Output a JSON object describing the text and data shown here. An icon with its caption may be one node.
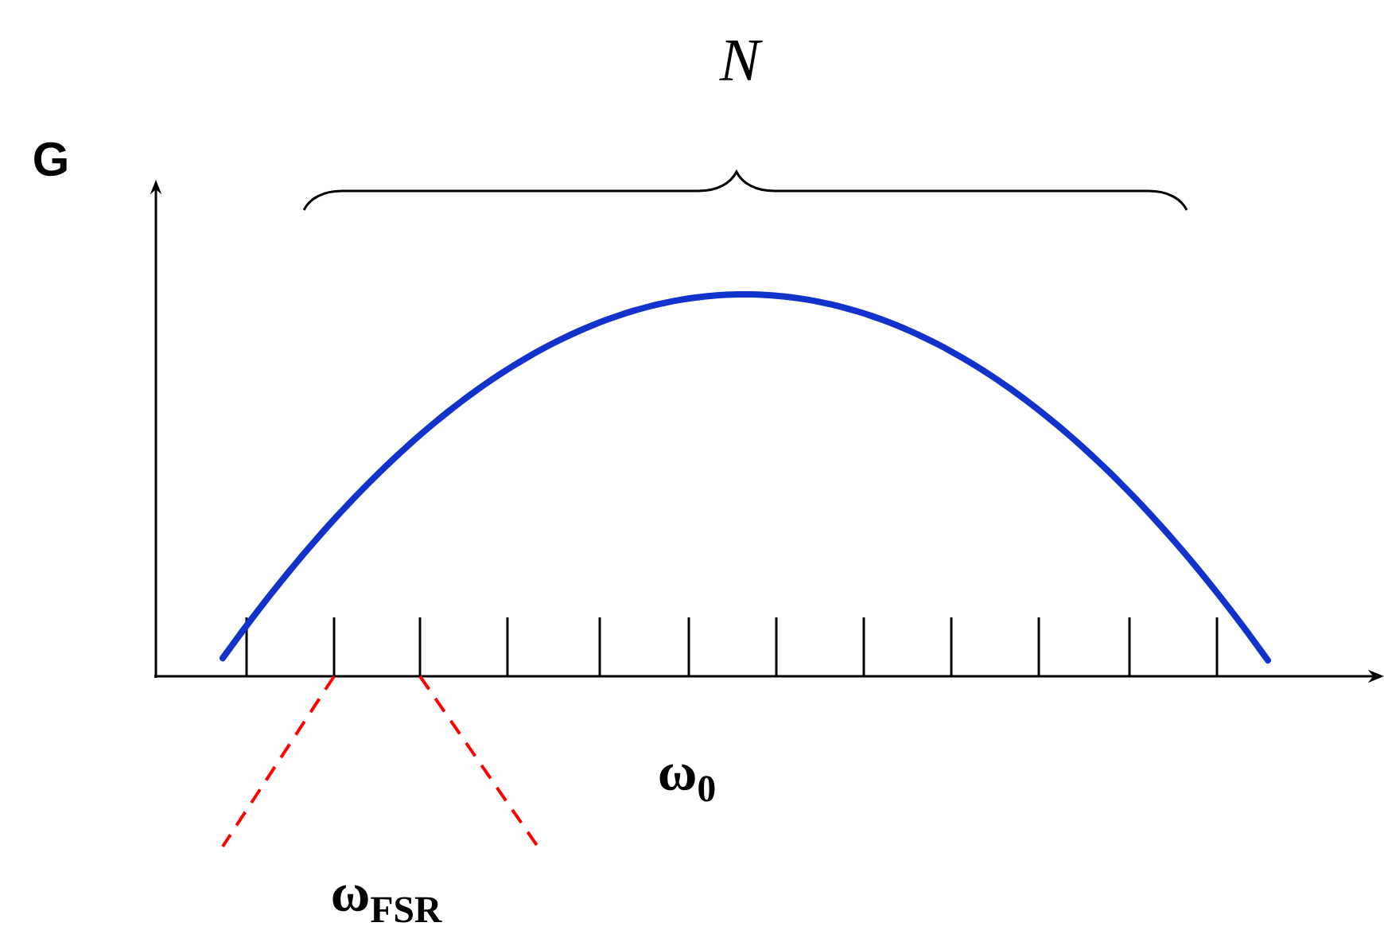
{
  "diagram": {
    "labels": [
      "G",
      "N",
      "ω$_{0}$",
      "ω$_{FSR}$"
    ]
  }
}
